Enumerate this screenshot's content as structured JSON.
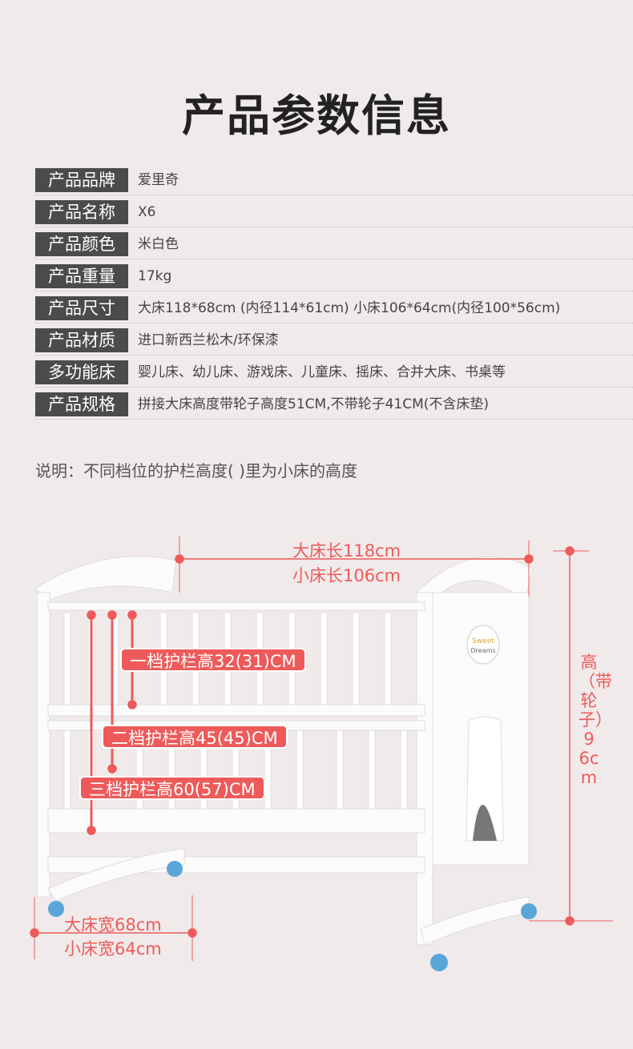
{
  "title": "产品参数信息",
  "specs": [
    {
      "label": "产品品牌",
      "value": "爱里奇"
    },
    {
      "label": "产品名称",
      "value": "X6"
    },
    {
      "label": "产品颜色",
      "value": "米白色"
    },
    {
      "label": "产品重量",
      "value": "17kg"
    },
    {
      "label": "产品尺寸",
      "value": "大床118*68cm (内径114*61cm) 小床106*64cm(内径100*56cm)"
    },
    {
      "label": "产品材质",
      "value": "进口新西兰松木/环保漆"
    },
    {
      "label": "多功能床",
      "value": "婴儿床、幼儿床、游戏床、儿童床、摇床、合并大床、书桌等"
    },
    {
      "label": "产品规格",
      "value": "拼接大床高度带轮子高度51CM,不带轮子41CM(不含床垫)"
    }
  ],
  "note": "说明：不同档位的护栏高度(  )里为小床的高度",
  "dimensions": {
    "big_length": "大床长118cm",
    "small_length": "小床长106cm",
    "height": "高（带轮子）96cm",
    "big_width": "大床宽68cm",
    "small_width": "小床宽64cm",
    "rail1": "一档护栏高32(31)CM",
    "rail2": "二档护栏高45(45)CM",
    "rail3": "三档护栏高60(57)CM"
  },
  "crib_badge": {
    "line1": "Sweet",
    "line2": "Dreams"
  },
  "colors": {
    "accent": "#ee5a5a",
    "label_bg": "#4b4b4b",
    "background": "#f1eaea"
  }
}
